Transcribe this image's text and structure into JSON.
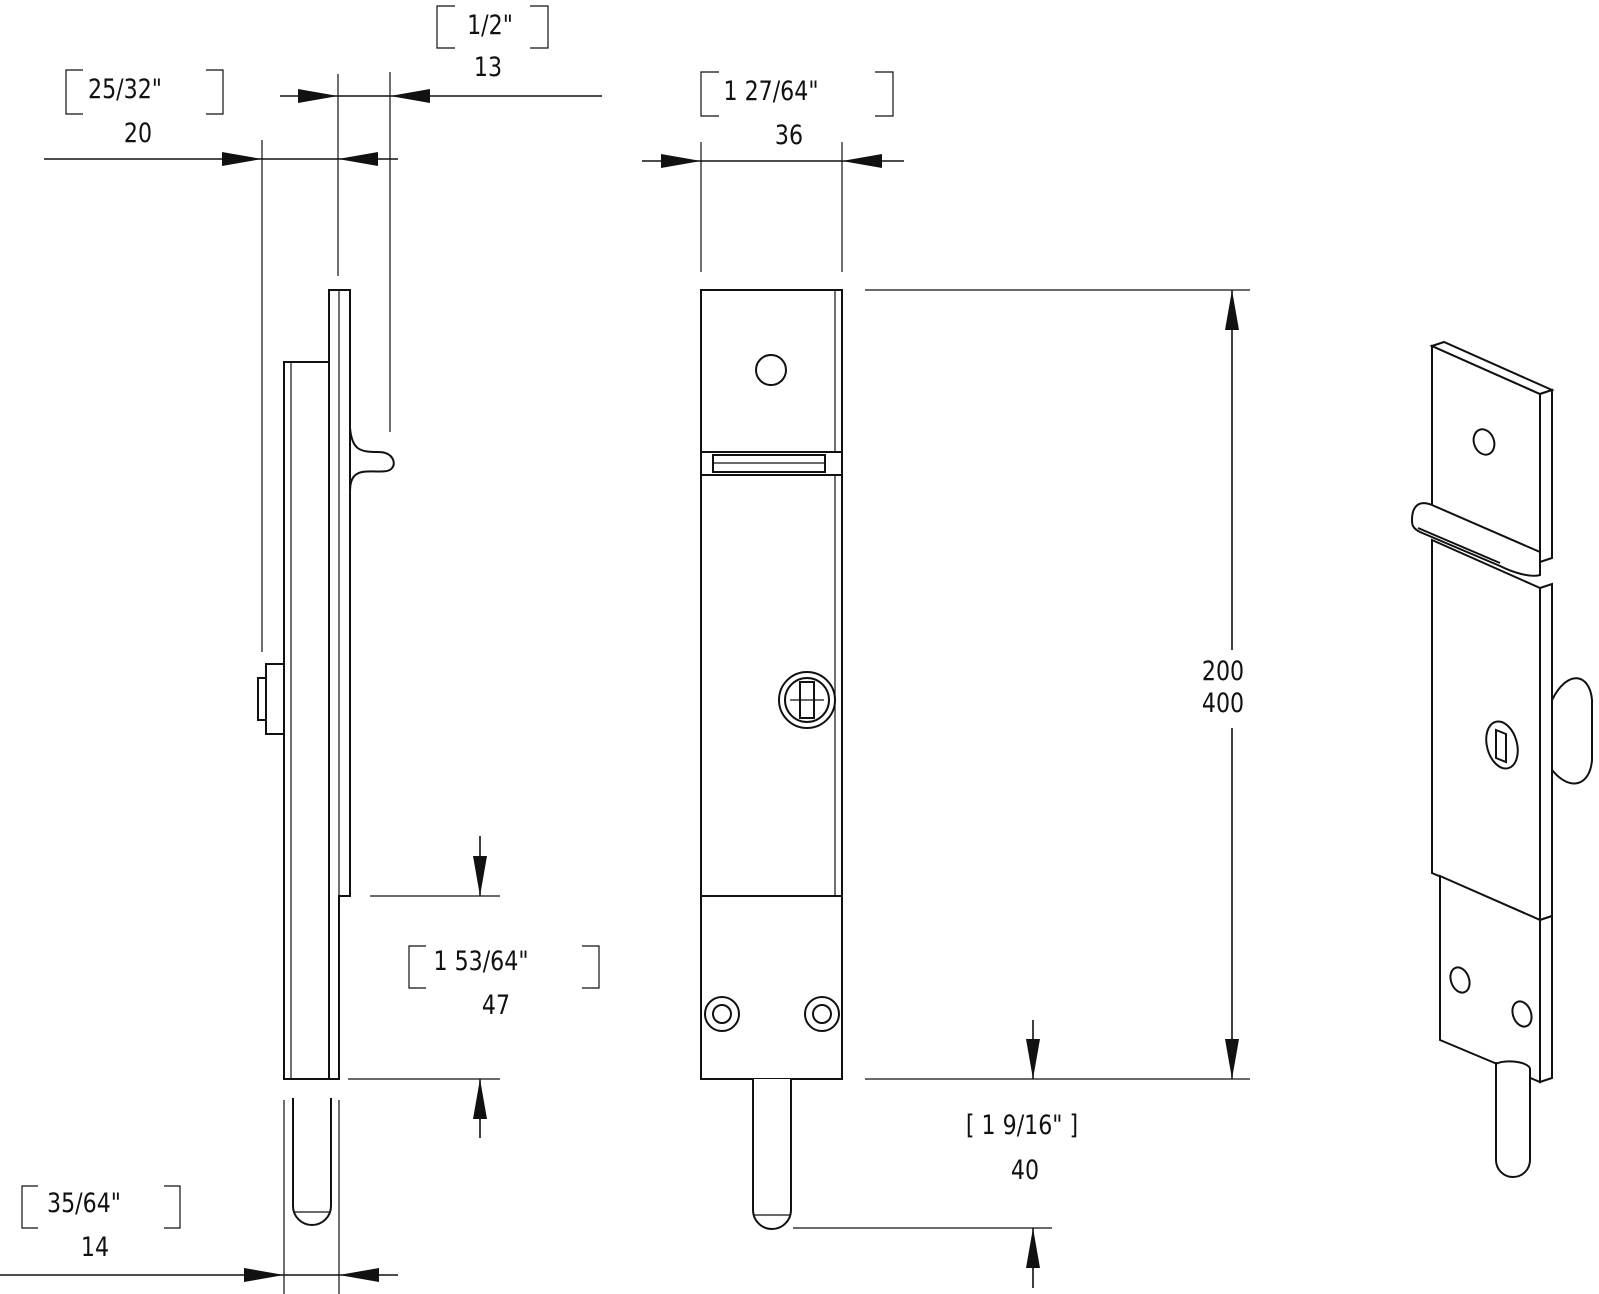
{
  "dimensions": {
    "side_depth": {
      "imperial": "25/32\"",
      "metric": "20"
    },
    "flange": {
      "imperial": "1/2\"",
      "metric": "13"
    },
    "width": {
      "imperial": "1 27/64\"",
      "metric": "36"
    },
    "height": {
      "metric_a": "200",
      "metric_b": "400"
    },
    "bolt_inset": {
      "imperial": "1 53/64\"",
      "metric": "47"
    },
    "bolt_throw": {
      "imperial": "[ 1 9/16\" ]",
      "metric": "40"
    },
    "bolt_diameter": {
      "imperial": "35/64\"",
      "metric": "14"
    }
  }
}
